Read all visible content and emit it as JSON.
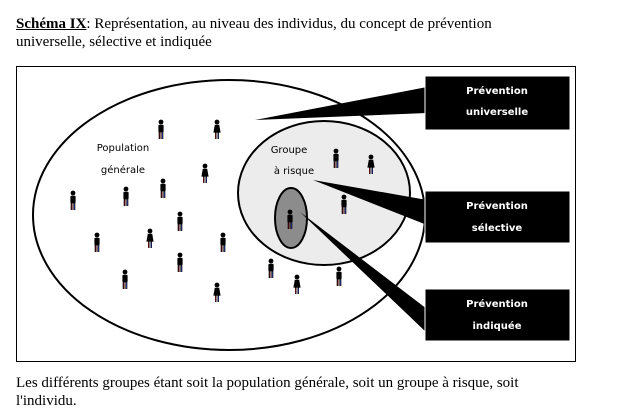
{
  "caption": {
    "heading": "Schéma IX",
    "line1": ": Représentation, au niveau des individus, du concept de prévention",
    "line2": "universelle, sélective et indiquée"
  },
  "diagram": {
    "population": {
      "line1": "Population",
      "line2": "générale"
    },
    "risk_group": {
      "line1": "Groupe",
      "line2": "à risque"
    },
    "callouts": [
      {
        "line1": "Prévention",
        "line2": "universelle"
      },
      {
        "line1": "Prévention",
        "line2": "sélective"
      },
      {
        "line1": "Prévention",
        "line2": "indiquée"
      }
    ],
    "colors": {
      "box": "#000000",
      "risk_fill": "#ececec",
      "individual_fill": "#8c8c8c"
    }
  },
  "footer": {
    "line1": "Les différents groupes étant soit la population générale, soit un groupe à risque, soit",
    "line2": "l'individu."
  }
}
